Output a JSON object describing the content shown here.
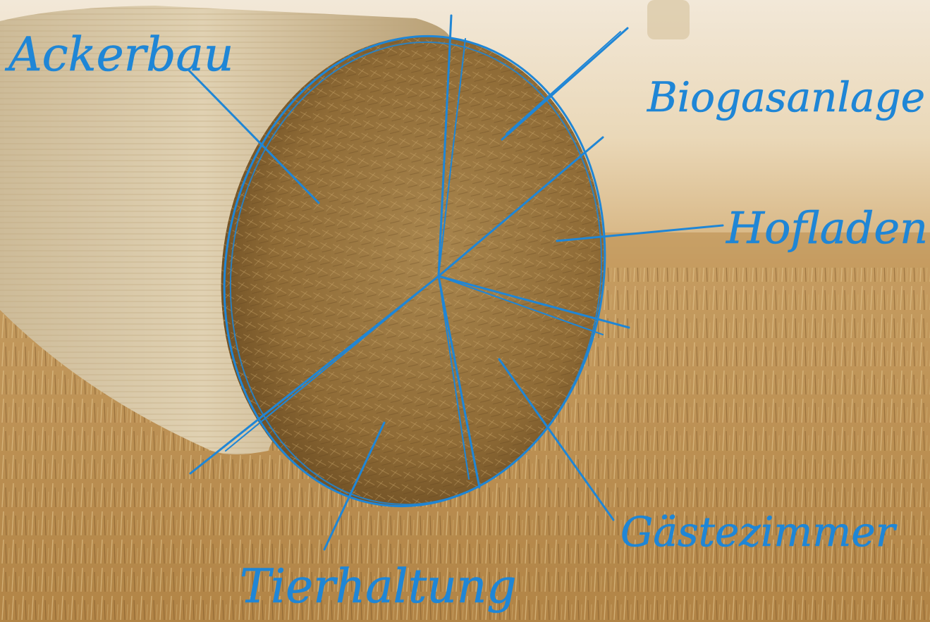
{
  "labels": {
    "ackerbau": "Ackerbau",
    "biogasanlage": "Biogasanlage",
    "hofladen": "Hofladen",
    "gaestezimmer": "Gästezimmer",
    "tierhaltung": "Tierhaltung"
  },
  "colors": {
    "ink": "#1f86d6",
    "sky": "#efe3cf",
    "field": "#b98c4d",
    "straw": "#d9c7a3"
  }
}
